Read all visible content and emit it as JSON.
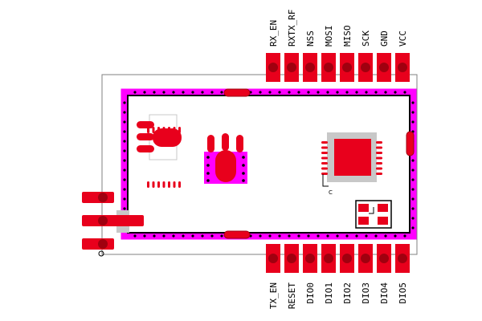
{
  "board": {
    "top_pins": [
      "RX_EN",
      "RXTX_RF",
      "NSS",
      "MOSI",
      "MISO",
      "SCK",
      "GND",
      "VCC"
    ],
    "bottom_pins": [
      "TX_EN",
      "RESET",
      "DIO0",
      "DIO1",
      "DIO2",
      "DIO3",
      "DIO4",
      "DIO5"
    ],
    "pin1_mark": "C",
    "colors": {
      "pad": "#e8001c",
      "pad_hole": "#a0000f",
      "silk_outline": "#ff00ff",
      "shield_outline": "#000000",
      "board_outline": "#808080",
      "pad_shadow": "#c8c8c8"
    }
  }
}
